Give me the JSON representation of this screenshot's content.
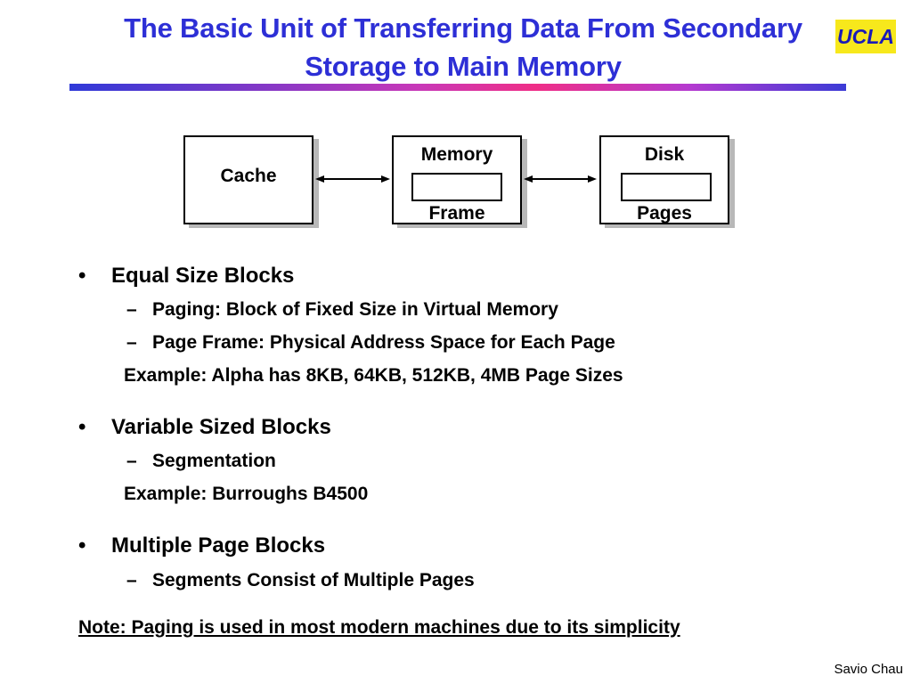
{
  "slide": {
    "title_line1": "The Basic Unit of Transferring Data From Secondary",
    "title_line2": "Storage to Main Memory",
    "logo_text": "UCLA",
    "colors": {
      "title": "#2d2fd6",
      "logo_bg": "#f7e81c",
      "logo_text": "#1a1ab8"
    }
  },
  "diagram": {
    "cache_label": "Cache",
    "memory_label": "Memory",
    "frame_label": "Frame",
    "disk_label": "Disk",
    "pages_label": "Pages"
  },
  "bullets": [
    {
      "text": "Equal Size Blocks",
      "subs": [
        "Paging: Block of Fixed Size in Virtual Memory",
        "Page Frame: Physical Address Space for Each Page"
      ],
      "example": "Example: Alpha has 8KB, 64KB, 512KB, 4MB Page Sizes"
    },
    {
      "text": "Variable Sized Blocks",
      "subs": [
        "Segmentation"
      ],
      "example": "Example: Burroughs B4500"
    },
    {
      "text": "Multiple Page Blocks",
      "subs": [
        "Segments Consist of Multiple Pages"
      ]
    }
  ],
  "bullet_marker": "•",
  "sub_marker": "–",
  "note": "Note: Paging is used in most modern machines due to its simplicity",
  "footer": "Savio Chau"
}
